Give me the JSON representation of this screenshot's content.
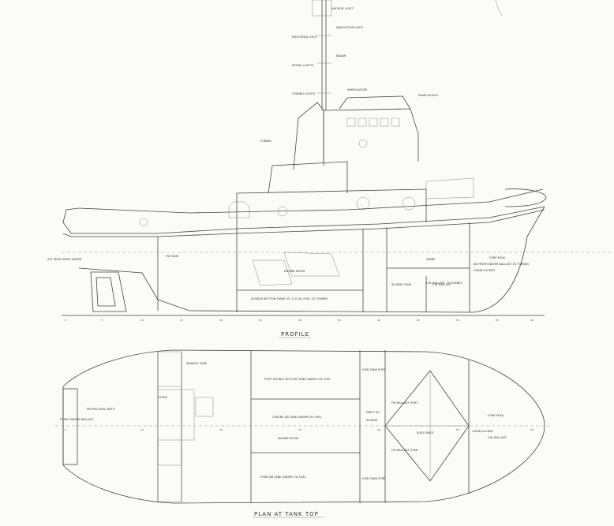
{
  "profile": {
    "title": "PROFILE",
    "labels": [
      {
        "key": "lb_sb_fuel",
        "text": "DOUBLE BOTTOM TANKS P.C & S OIL FUEL 52 TONNES"
      },
      {
        "key": "lb_aft_water",
        "text": "AFT PEAK FRESH WATER"
      },
      {
        "key": "lb_fw",
        "text": "FW TANK"
      },
      {
        "key": "lb_sb_water",
        "text": "SB FRESH WATER BALLAST 16 TONNES"
      },
      {
        "key": "lb_fore_peak",
        "text": "FORE PEAK"
      },
      {
        "key": "lb_fw_ballast",
        "text": "F.W. BALLAST 19 TONNES"
      },
      {
        "key": "lb_engine",
        "text": "ENGINE ROOM"
      },
      {
        "key": "lb_sludge",
        "text": "SLUDGE TANK"
      },
      {
        "key": "lb_ballast",
        "text": "F.W. BALLAST"
      },
      {
        "key": "lb_spare",
        "text": "SPARE"
      },
      {
        "key": "lb_chain",
        "text": "CHAIN LOCKER"
      },
      {
        "key": "lb_wheelhouse",
        "text": "WHEELHOUSE"
      },
      {
        "key": "lb_mast1",
        "text": "ANCHOR LIGHT"
      },
      {
        "key": "lb_mast2",
        "text": "NAVIGATION LIGHT"
      },
      {
        "key": "lb_mast3",
        "text": "RADAR"
      },
      {
        "key": "lb_mast4",
        "text": "MASTHEAD LIGHT"
      },
      {
        "key": "lb_mast5",
        "text": "SIGNAL LIGHTS"
      },
      {
        "key": "lb_mast6",
        "text": "TOWING LIGHTS"
      },
      {
        "key": "lb_funnel",
        "text": "FUNNEL"
      },
      {
        "key": "lb_search",
        "text": "SEARCHLIGHT"
      }
    ]
  },
  "plan": {
    "title": "PLAN AT TANK TOP",
    "labels": [
      {
        "key": "pl_propulsion",
        "text": "PROPULSION UNITS"
      },
      {
        "key": "pl_engine",
        "text": "ENGINE ROOM"
      },
      {
        "key": "pl_port_db",
        "text": "PORT DOUBLE BOTTOM TANK UNDER OIL FUEL"
      },
      {
        "key": "pl_centre_db",
        "text": "CENTRE DB TANK UNDER OIL FUEL"
      },
      {
        "key": "pl_stbd_db",
        "text": "STBD DB TANK UNDER OIL FUEL"
      },
      {
        "key": "pl_store",
        "text": "STORE"
      },
      {
        "key": "pl_fore_peak",
        "text": "FORE PEAK"
      },
      {
        "key": "pl_fw_ballast",
        "text": "F.W. BALLAST"
      },
      {
        "key": "pl_ballast_p",
        "text": "FW BALLAST PORT"
      },
      {
        "key": "pl_ballast_s",
        "text": "FW BALLAST STBD"
      },
      {
        "key": "pl_void",
        "text": "VOID SPACE"
      },
      {
        "key": "pl_sewage",
        "text": "SEWAGE TANK"
      },
      {
        "key": "pl_fw_fwd",
        "text": "FWD TANK PORT"
      },
      {
        "key": "pl_fw_aft",
        "text": "FWD TANK STBD"
      },
      {
        "key": "pl_fw_aft2",
        "text": "FRESH WATER BALLAST"
      },
      {
        "key": "pl_dirty",
        "text": "DIRTY OIL"
      },
      {
        "key": "pl_sludge",
        "text": "SLUDGE"
      },
      {
        "key": "pl_chain",
        "text": "CHAIN LOCKER"
      }
    ]
  }
}
